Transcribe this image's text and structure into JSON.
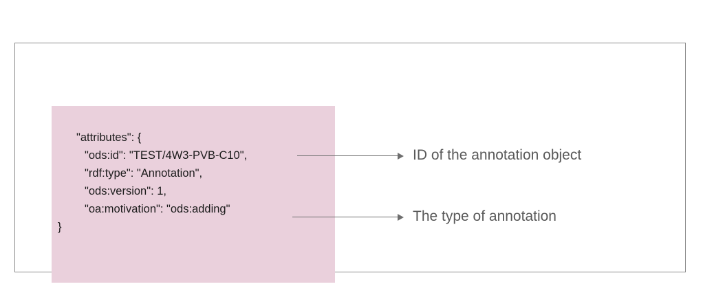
{
  "figure": {
    "background_color": "#ffffff",
    "frame_border_color": "#8c8c8c",
    "code_panel_color": "#ead0dc",
    "code_text_color": "#1b1b1b",
    "callout_color": "#6e6e6e",
    "label_text_color": "#595959"
  },
  "code": {
    "language": "json",
    "lines": [
      {
        "indent": 1,
        "text": "\"attributes\": {"
      },
      {
        "indent": 2,
        "text": "\"ods:id\": \"TEST/4W3-PVB-C10\","
      },
      {
        "indent": 2,
        "text": "\"rdf:type\": \"Annotation\","
      },
      {
        "indent": 2,
        "text": "\"ods:version\": 1,"
      },
      {
        "indent": 2,
        "text": "\"oa:motivation\": \"ods:adding\""
      },
      {
        "indent": 0,
        "text": "}"
      }
    ]
  },
  "callouts": [
    {
      "label": "ID of the annotation object",
      "targets_line": "\"ods:id\": \"TEST/4W3-PVB-C10\",",
      "arrow": "arrow-right-icon"
    },
    {
      "label": "The type of annotation",
      "targets_line": "\"oa:motivation\": \"ods:adding\"",
      "arrow": "arrow-right-icon"
    }
  ]
}
